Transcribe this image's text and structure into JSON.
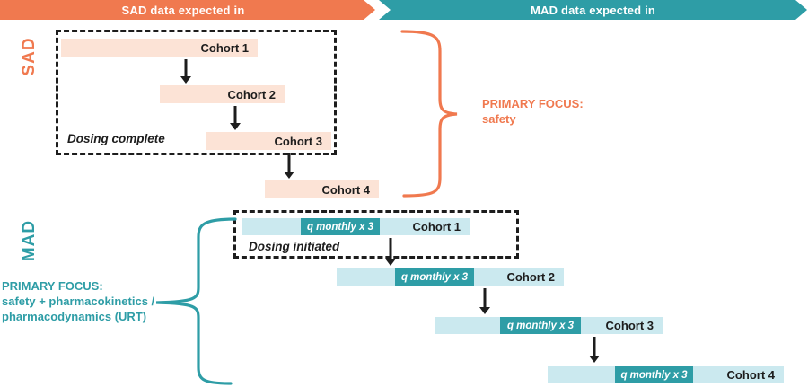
{
  "banners": {
    "sad": "SAD data expected in",
    "mad": "MAD data expected in"
  },
  "sad": {
    "axis_label": "SAD",
    "note": "Dosing complete",
    "cohorts": [
      {
        "label": "Cohort 1"
      },
      {
        "label": "Cohort 2"
      },
      {
        "label": "Cohort 3"
      },
      {
        "label": "Cohort 4"
      }
    ],
    "focus_title": "PRIMARY FOCUS:",
    "focus_detail": "safety"
  },
  "mad": {
    "axis_label": "MAD",
    "note": "Dosing initiated",
    "cohorts": [
      {
        "label": "Cohort 1",
        "segment": "q monthly x 3"
      },
      {
        "label": "Cohort 2",
        "segment": "q monthly x 3"
      },
      {
        "label": "Cohort 3",
        "segment": "q monthly x 3"
      },
      {
        "label": "Cohort 4",
        "segment": "q monthly x 3"
      }
    ],
    "focus_title": "PRIMARY FOCUS:",
    "focus_line2": "safety + pharmacokinetics /",
    "focus_line3": "pharmacodynamics (URT)"
  },
  "colors": {
    "orange_accent": "#F0794F",
    "peach_bar": "#FCE3D6",
    "teal_accent": "#2E9DA6",
    "light_blue_bar": "#CBE9EF",
    "text_black": "#1d1d1d",
    "banner_text": "#ffffff"
  }
}
